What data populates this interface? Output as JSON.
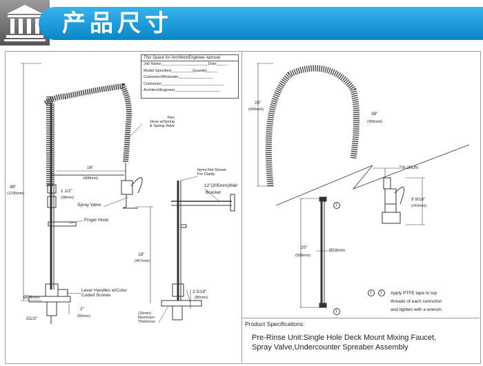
{
  "header": {
    "title": "产品尺寸",
    "colors": {
      "bar": "#1a9be0",
      "logo_bg": "#7a7a7a"
    }
  },
  "approval_box": {
    "title": "This Space for Architect/Engineer Aproval",
    "rows": [
      "Job Name______________________Date_____",
      "Model Specified__________Quantity_____",
      "Customer/Wholsaler________________",
      "Contractor_____________________________",
      "Architect/Engineer_____________________"
    ]
  },
  "left_drawing": {
    "height_48": "48\"",
    "height_48_mm": "(1235mm)",
    "flex_label": "Flex\nHose w/Spring\n& Spring Valve",
    "reach_16": "16\"",
    "reach_16_mm": "(408mm)",
    "pipe_1_5": "1 1/2\"",
    "pipe_1_5_mm": "(38mm)",
    "spray_valve": "Spray Valve",
    "finger_hook": "Finger Hook",
    "height_18": "18\"",
    "height_18_mm": "(457mm)",
    "base_dia": "Ø54mm",
    "lever_handles": "Lever Handles w/Color\nCoded Screws",
    "size_2": "2\"",
    "size_2_mm": "(50mm)",
    "thread": "G1/2\""
  },
  "mid_drawing": {
    "items_not_shown": "Items Not Shown\nFor Clarity",
    "wall_bracket_size": "12\"(305mm)Wall",
    "wall_bracket_label": "Bracket",
    "depth_3": "3 5/16\"",
    "depth_3_mm": "(85mm)",
    "max_thickness": "(25mm)\nMaximum\nThickness"
  },
  "right_drawing": {
    "height_25": "25\"",
    "height_25_mm": "(640mm)",
    "hose_38": "38\"",
    "hose_38_mm": "(965mm)",
    "thread_7_8": "7/8-20UN",
    "valve_9": "9 9/16\"",
    "valve_9_mm": "(243mm)",
    "riser_20": "20\"",
    "riser_20_mm": "(508mm)",
    "riser_dia": "Ø16mm",
    "circle_1": "1",
    "circle_2": "2",
    "note": "Apply PTFE tape to top\nthreads of each connction\nand tighten with a wrench."
  },
  "specs": {
    "label": "Product Specifications:",
    "line1": "Pre-Rinse Unit:Single Hole Deck Mount Mixing Faucet,",
    "line2": "Spray Valve,Undercounter Spreaber Assembly"
  }
}
